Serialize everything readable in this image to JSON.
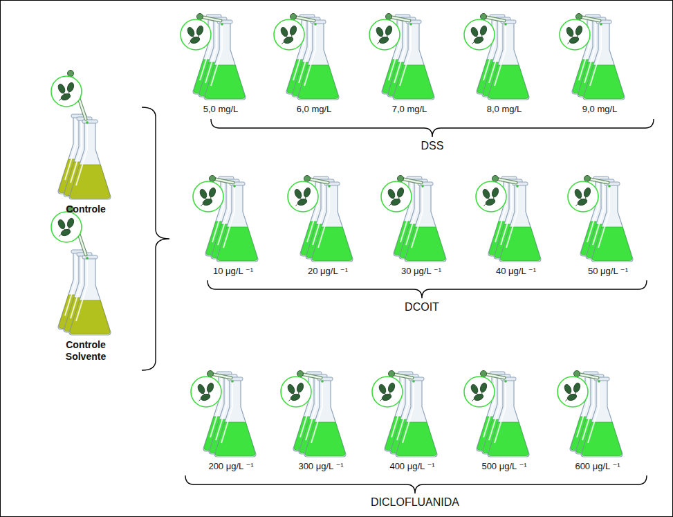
{
  "diagram": {
    "labels": [
      "Controle",
      "Controle Solvente",
      "5,0 mg/L",
      "6,0 mg/L",
      "7,0 mg/L",
      "8,0 mg/L",
      "9,0 mg/L",
      "DSS",
      "10 μg/L ⁻¹",
      "20 μg/L ⁻¹",
      "30 μg/L ⁻¹",
      "40 μg/L ⁻¹",
      "50 μg/L ⁻¹",
      "DCOIT",
      "200 μg/L ⁻¹",
      "300 μg/L ⁻¹",
      "400 μg/L ⁻¹",
      "500 μg/L ⁻¹",
      "600 μg/L ⁻¹",
      "DICLOFLUANIDA"
    ]
  }
}
